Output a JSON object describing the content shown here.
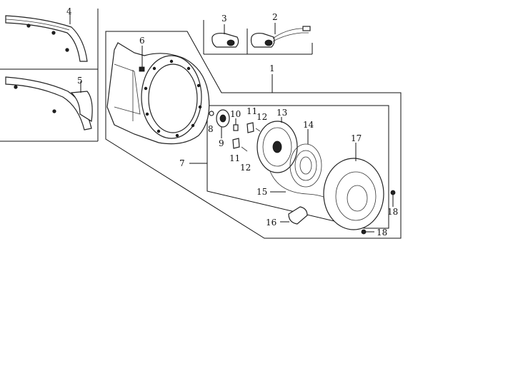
{
  "callouts": {
    "c1": "1",
    "c2": "2",
    "c3": "3",
    "c4": "4",
    "c5": "5",
    "c6": "6",
    "c7": "7",
    "c8": "8",
    "c9": "9",
    "c10": "10",
    "c11a": "11",
    "c11b": "11",
    "c12a": "12",
    "c12b": "12",
    "c13": "13",
    "c14": "14",
    "c15": "15",
    "c16": "16",
    "c17": "17",
    "c18a": "18",
    "c18b": "18"
  }
}
